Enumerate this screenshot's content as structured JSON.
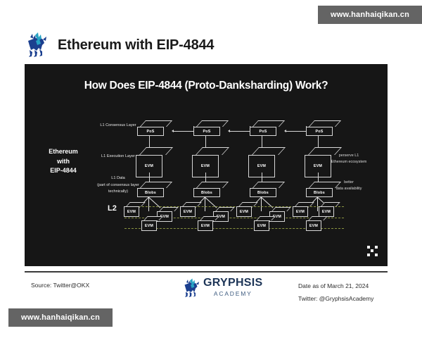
{
  "watermarks": {
    "top": "www.hanhaiqikan.cn",
    "bottom": "www.hanhaiqikan.cn"
  },
  "header": {
    "title": "Ethereum with EIP-4844",
    "logo_icon": "gryphon-logo-icon"
  },
  "diagram": {
    "title": "How Does EIP-4844 (Proto-Danksharding) Work?",
    "side_label": "Ethereum\nwith\nEIP-4844",
    "side_label_lines": [
      "Ethereum",
      "with",
      "EIP-4844"
    ],
    "rows": [
      {
        "label": "L1 Consensus Layer",
        "node_label": "PoS"
      },
      {
        "label": "L1 Execution Layer",
        "node_label": "EVM"
      },
      {
        "label": "L1 Data",
        "sublabel_lines": [
          "(part of consensus layer",
          "technically)"
        ],
        "node_label": "Blobs"
      }
    ],
    "l2_label": "L2",
    "l2_node_label": "EVM",
    "notes": [
      {
        "lines": [
          "perserve L1",
          "Ethereum ecosystem"
        ]
      },
      {
        "lines": [
          "better",
          "data availability"
        ]
      }
    ],
    "corner_glyph": "dot-cluster-icon",
    "colors": {
      "panel_bg": "#161616",
      "stroke": "#d8d8d8",
      "l2_link": "#8a9440"
    }
  },
  "footer": {
    "source": "Source: Twitter@OKX",
    "brand_name": "GRYPHSIS",
    "brand_sub": "ACADEMY",
    "brand_logo_icon": "gryphon-logo-icon",
    "date": "Date as of March 21, 2024",
    "twitter": "Twitter: @GryphsisAcademy"
  }
}
